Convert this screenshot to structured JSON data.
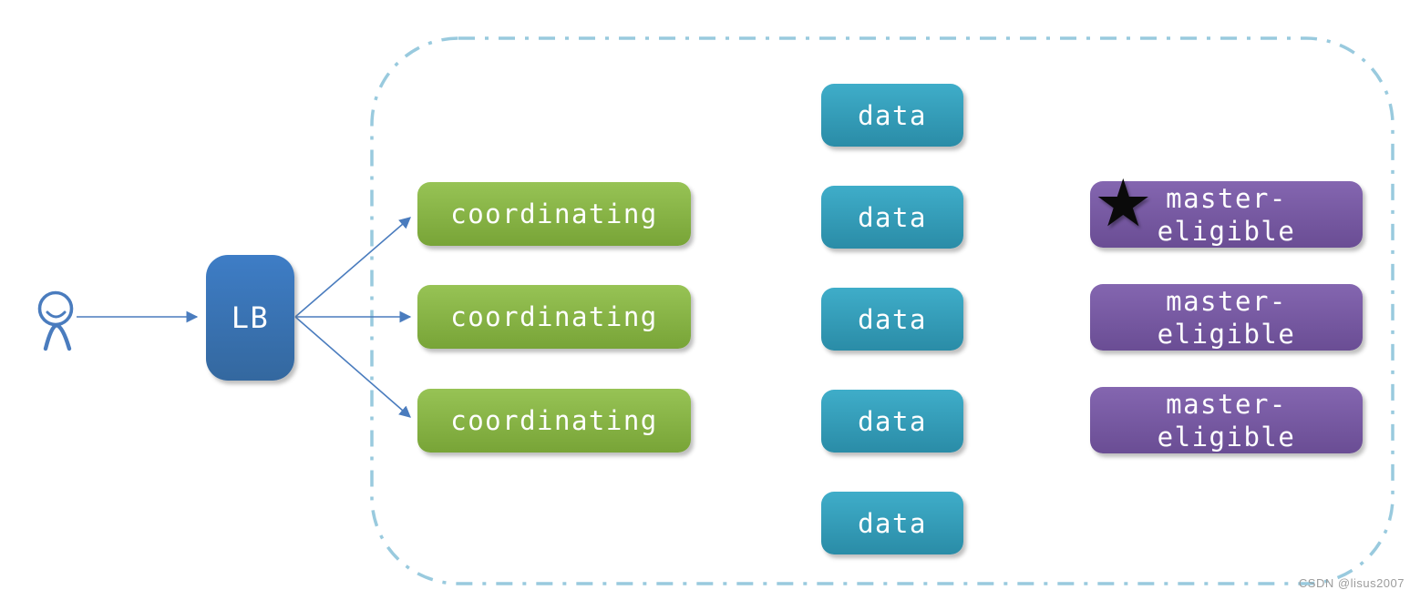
{
  "actor": {
    "icon": "user"
  },
  "lb": {
    "label": "LB"
  },
  "cluster": {
    "star_glyph": "★",
    "coordinating_nodes": [
      "coordinating",
      "coordinating",
      "coordinating"
    ],
    "data_nodes": [
      "data",
      "data",
      "data",
      "data",
      "data"
    ],
    "master_nodes": [
      {
        "line1": "master-",
        "line2": "eligible",
        "starred": true
      },
      {
        "line1": "master-",
        "line2": "eligible",
        "starred": false
      },
      {
        "line1": "master-",
        "line2": "eligible",
        "starred": false
      }
    ]
  },
  "watermark": "CSDN @lisus2007",
  "colors": {
    "lb-top": "#3e7dc6",
    "lb-bottom": "#34689f",
    "green-top": "#97c355",
    "green-bottom": "#78a437",
    "teal-top": "#3fadc9",
    "teal-bottom": "#2a8ca7",
    "purple-top": "#8466b0",
    "purple-bottom": "#6a4d94",
    "line": "#4a7cbe",
    "cluster-border": "#99cade",
    "node-text": "#ffffff",
    "watermark-text": "#9c9c9c",
    "star": "#0a0a0a"
  }
}
